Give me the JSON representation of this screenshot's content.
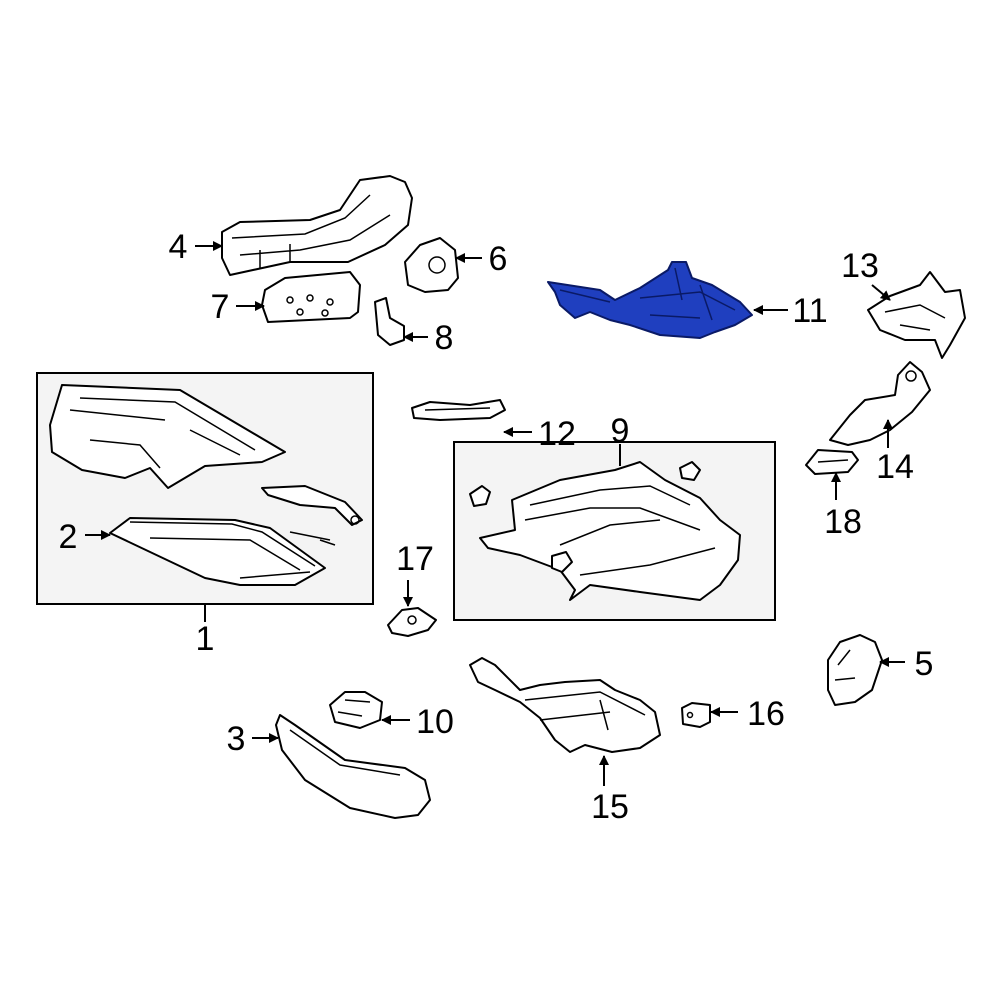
{
  "diagram": {
    "highlight_color": "#1f3fbf",
    "highlighted_part": "11",
    "callouts": {
      "c1": "1",
      "c2": "2",
      "c3": "3",
      "c4": "4",
      "c5": "5",
      "c6": "6",
      "c7": "7",
      "c8": "8",
      "c9": "9",
      "c10": "10",
      "c11": "11",
      "c12": "12",
      "c13": "13",
      "c14": "14",
      "c15": "15",
      "c16": "16",
      "c17": "17",
      "c18": "18"
    }
  }
}
